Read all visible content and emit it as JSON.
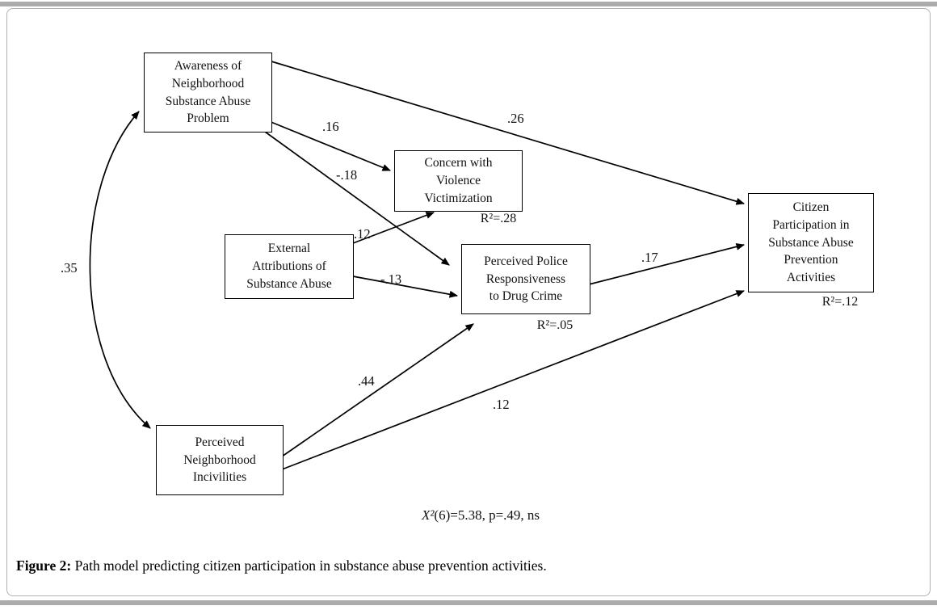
{
  "nodes": {
    "awareness": {
      "label": "Awareness of\nNeighborhood\nSubstance Abuse\nProblem"
    },
    "concern": {
      "label": "Concern with\nViolence\nVictimization",
      "r2": "R²=.28"
    },
    "external": {
      "label": "External\nAttributions of\nSubstance Abuse"
    },
    "police": {
      "label": "Perceived Police\nResponsiveness\nto Drug Crime",
      "r2": "R²=.05"
    },
    "citizen": {
      "label": "Citizen\nParticipation in\nSubstance Abuse\nPrevention\nActivities",
      "r2": "R²=.12"
    },
    "incivilities": {
      "label": "Perceived\nNeighborhood\nIncivilities"
    }
  },
  "coefficients": {
    "awareness_to_citizen": ".26",
    "awareness_to_concern": ".16",
    "awareness_to_police": "-.18",
    "external_to_concern": ".12",
    "external_to_police": "-.13",
    "police_to_citizen": ".17",
    "incivilities_to_police": ".44",
    "incivilities_to_citizen": ".12",
    "awareness_with_incivilities": ".35"
  },
  "fit": {
    "x": "X²",
    "rest": "(6)=5.38, p=.49, ns"
  },
  "caption": {
    "prefix": "Figure 2:",
    "text": " Path model predicting citizen participation in substance abuse prevention activities."
  },
  "colors": {
    "line": "#000000",
    "panel_border": "#b0b0b0",
    "edge_bar": "#ababab"
  }
}
